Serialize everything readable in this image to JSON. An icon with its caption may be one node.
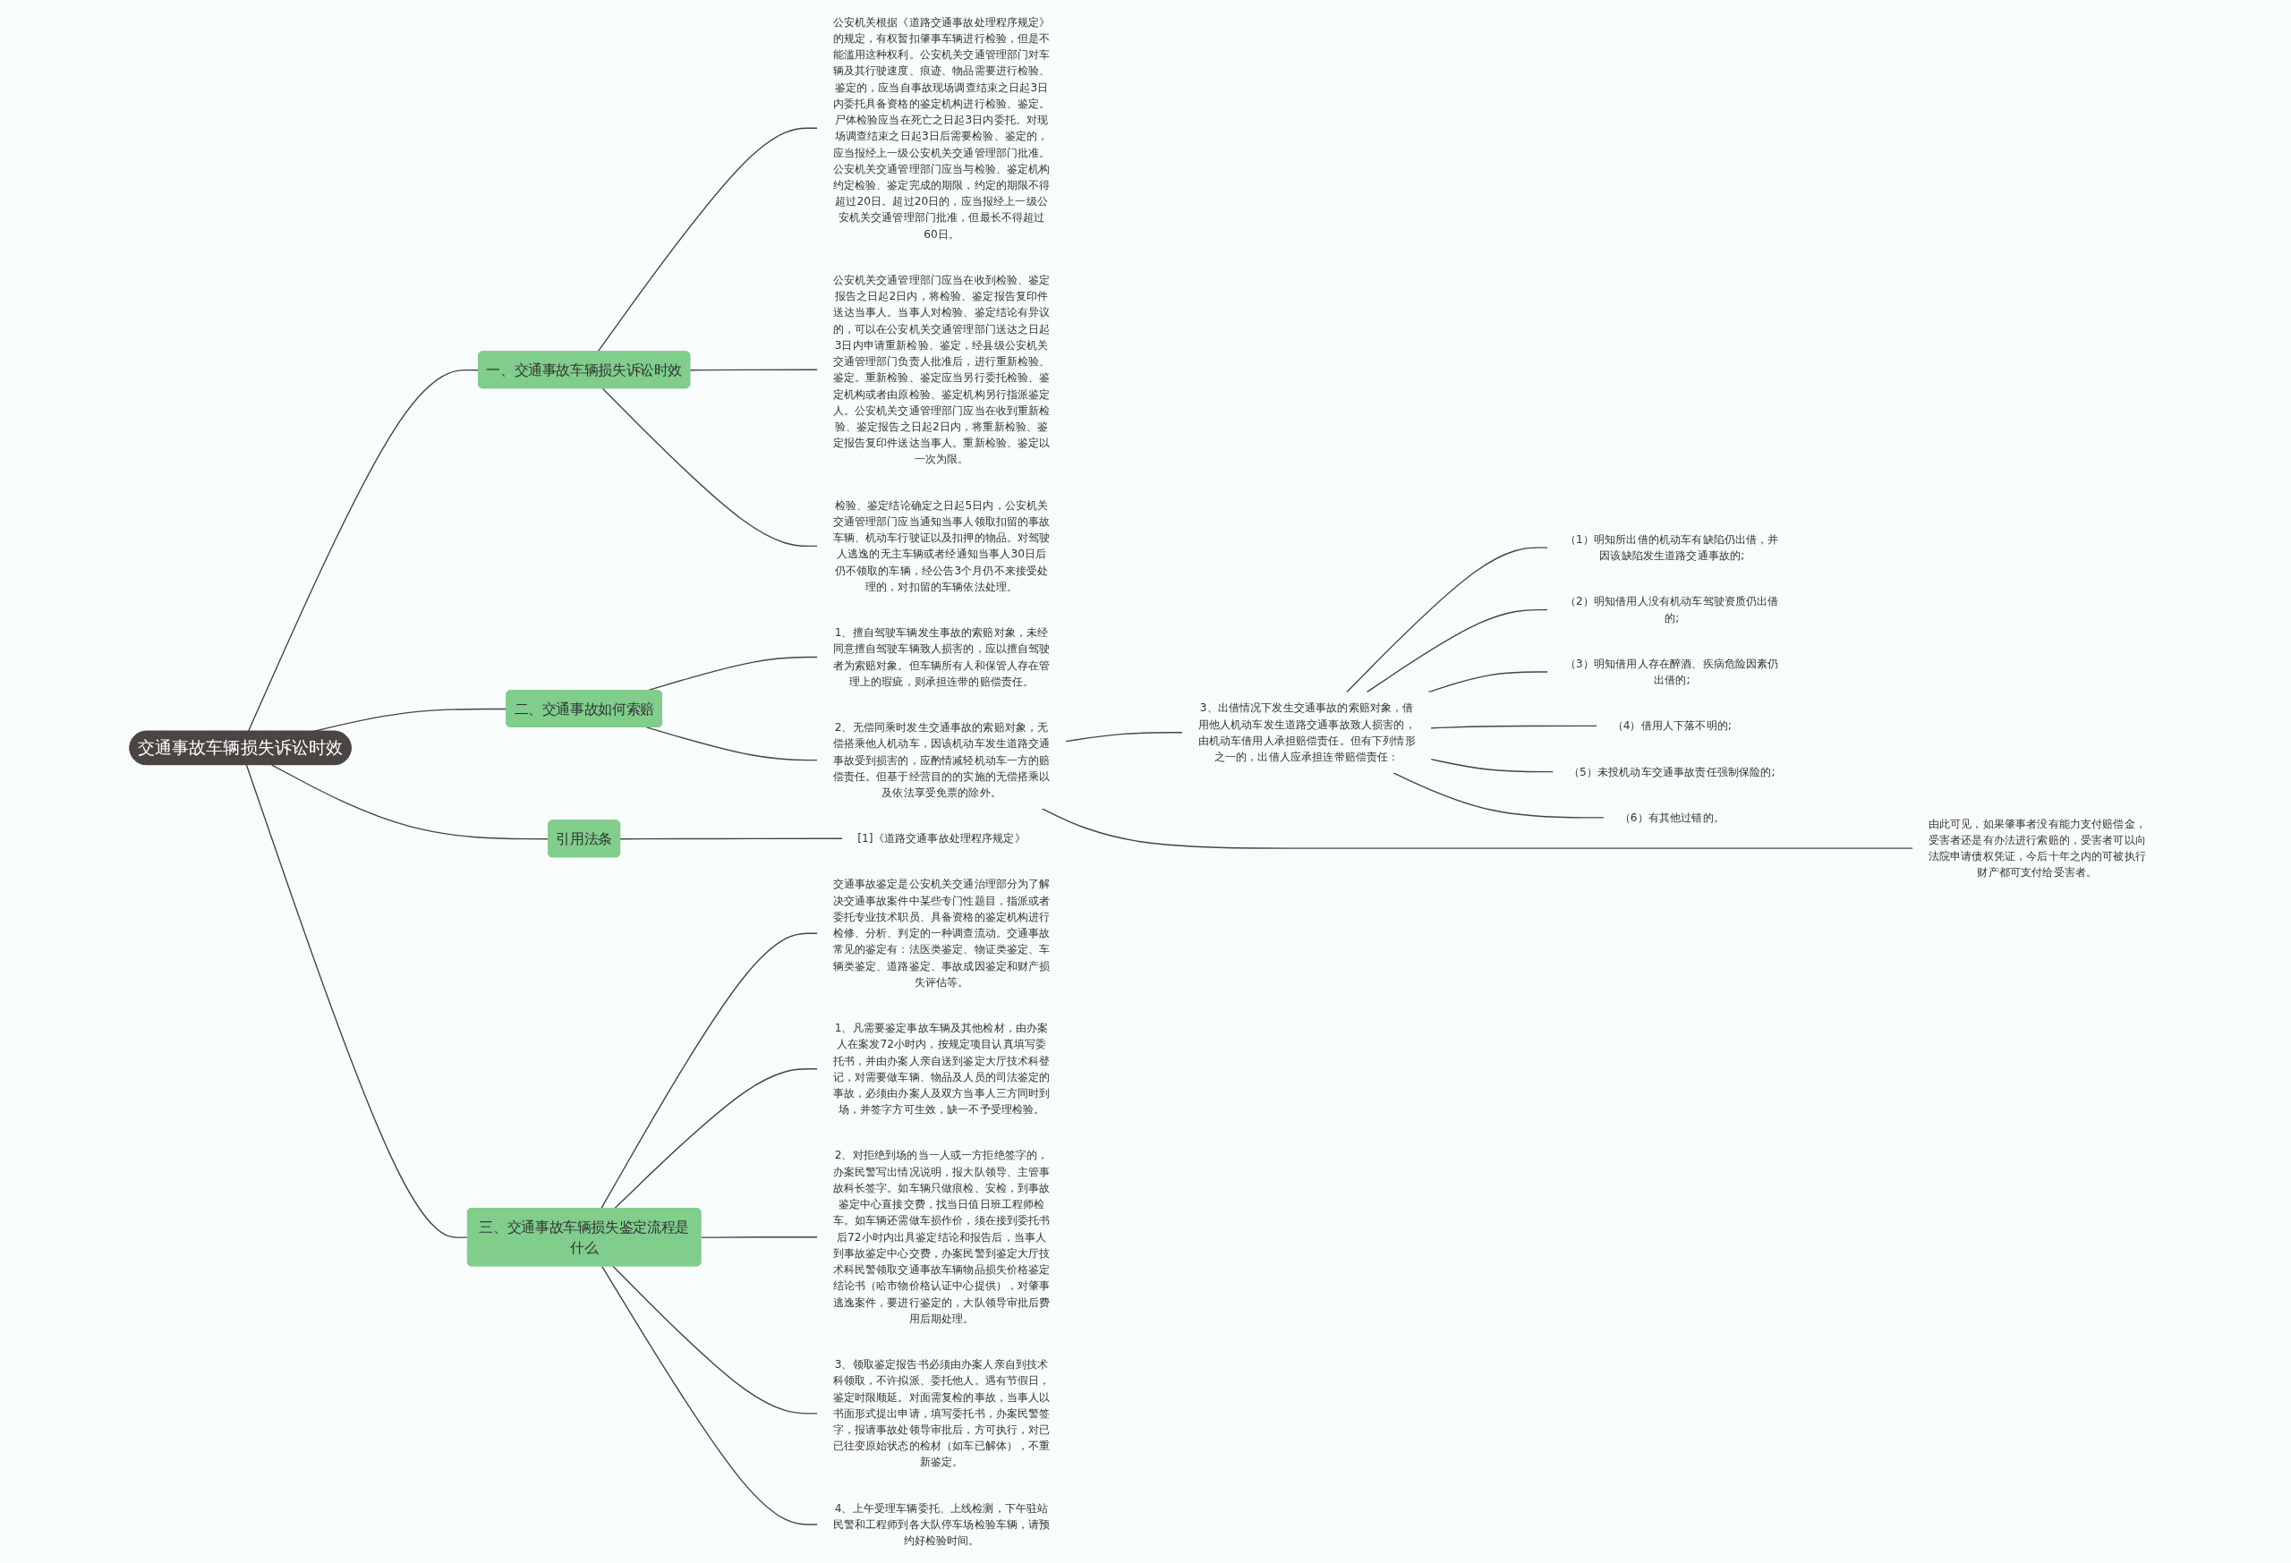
{
  "diagram": {
    "nodes": [
      {
        "text": [
          "交通事故车辆损失诉讼时效"
        ]
      },
      {
        "text": [
          "一、交通事故车辆损失诉讼时效"
        ]
      },
      {
        "text": [
          "公安机关根据《道路交通事故处理程序规定》的规定，有权暂扣肇事车辆进行检验，但是不能滥用这种权利。公安机关交通管理部门对车辆及其行驶速度、痕迹、物品需要进行检验、鉴定的，应当自事故现场调查结束之日起3日内委托具备资格的鉴定机构进行检验、鉴定。尸体检验应当在死亡之日起3日内委托。对现场调查结束之日起3日后需要检验、鉴定的，应当报经上一级公安机关交通管理部门批准。公安机关交通管理部门应当与检验、鉴定机构约定检验、鉴定完成的期限，约定的期限不得超过20日。超过20日的，应当报经上一级公安机关交通管理部门批准，但最长不得超过60日。"
        ]
      },
      {
        "text": [
          "公安机关交通管理部门应当在收到检验、鉴定报告之日起2日内，将检验、鉴定报告复印件送达当事人。当事人对检验、鉴定结论有异议的，可以在公安机关交通管理部门送达之日起3日内申请重新检验、鉴定，经县级公安机关交通管理部门负责人批准后，进行重新检验、鉴定。重新检验、鉴定应当另行委托检验、鉴定机构或者由原检验、鉴定机构另行指派鉴定人。公安机关交通管理部门应当在收到重新检验、鉴定报告之日起2日内，将重新检验、鉴定报告复印件送达当事人。重新检验、鉴定以一次为限。"
        ]
      },
      {
        "text": [
          "检验、鉴定结论确定之日起5日内，公安机关交通管理部门应当通知当事人领取扣留的事故车辆、机动车行驶证以及扣押的物品。对驾驶人逃逸的无主车辆或者经通知当事人30日后仍不领取的车辆，经公告3个月仍不来接受处理的，对扣留的车辆依法处理。"
        ]
      },
      {
        "text": [
          "二、交通事故如何索赔"
        ]
      },
      {
        "text": [
          "1、擅自驾驶车辆发生事故的索赔对象，未经同意擅自驾驶车辆致人损害的，应以擅自驾驶者为索赔对象。但车辆所有人和保管人存在管理上的瑕疵，则承担连带的赔偿责任。"
        ]
      },
      {
        "text": [
          "2、无偿同乘时发生交通事故的索赔对象，无偿搭乘他人机动车，因该机动车发生道路交通事故受到损害的，应酌情减轻机动车一方的赔偿责任。但基于经营目的的实施的无偿搭乘以及依法享受免票的除外。"
        ]
      },
      {
        "text": [
          "3、出借情况下发生交通事故的索赔对象，借用他人机动车发生道路交通事故致人损害的，由机动车借用人承担赔偿责任。但有下列情形之一的，出借人应承担连带赔偿责任："
        ]
      },
      {
        "text": [
          "（1）明知所出借的机动车有缺陷仍出借，并因该缺陷发生道路交通事故的;"
        ]
      },
      {
        "text": [
          "（2）明知借用人没有机动车驾驶资质仍出借的;"
        ]
      },
      {
        "text": [
          "（3）明知借用人存在醉酒、疾病危险因素仍出借的;"
        ]
      },
      {
        "text": [
          "（4）借用人下落不明的;"
        ]
      },
      {
        "text": [
          "（5）未投机动车交通事故责任强制保险的;"
        ]
      },
      {
        "text": [
          "（6）有其他过错的。"
        ]
      },
      {
        "text": [
          "由此可见，如果肇事者没有能力支付赔偿金，受害者还是有办法进行索赔的，受害者可以向法院申请债权凭证，今后十年之内的可被执行财产都可支付给受害者。"
        ]
      },
      {
        "text": [
          "引用法条"
        ]
      },
      {
        "text": [
          "[1]《道路交通事故处理程序规定》"
        ]
      },
      {
        "text": [
          "三、交通事故车辆损失鉴定流程是什么"
        ]
      },
      {
        "text": [
          "交通事故鉴定是公安机关交通治理部分为了解决交通事故案件中某些专门性题目，指派或者委托专业技术职员、具备资格的鉴定机构进行检修、分析、判定的一种调查流动。交通事故常见的鉴定有：法医类鉴定、物证类鉴定、车辆类鉴定、道路鉴定、事故成因鉴定和财产损失评估等。"
        ]
      },
      {
        "text": [
          "1、凡需要鉴定事故车辆及其他检材，由办案人在案发72小时内，按规定项目认真填写委托书，并由办案人亲自送到鉴定大厅技术科登记，对需要做车辆、物品及人员的司法鉴定的事故，必须由办案人及双方当事人三方同时到场，并签字方可生效，缺一不予受理检验。"
        ]
      },
      {
        "text": [
          "2、对拒绝到场的当一人或一方拒绝签字的，办案民警写出情况说明，报大队领导、主管事故科长签字。如车辆只做痕检、安检，到事故鉴定中心直接交费，找当日值日班工程师检车。如车辆还需做车损作价，须在接到委托书后72小时内出具鉴定结论和报告后，当事人到事故鉴定中心交费，办案民警到鉴定大厅技术科民警领取交通事故车辆物品损失价格鉴定结论书（哈市物价格认证中心提供），对肇事逃逸案件，要进行鉴定的，大队领导审批后费用后期处理。"
        ]
      },
      {
        "text": [
          "3、领取鉴定报告书必须由办案人亲自到技术科领取，不许拟派、委托他人。遇有节假日，鉴定时限顺延。对面需复检的事故，当事人以书面形式提出申请，填写委托书，办案民警签字，报请事故处领导审批后，方可执行，对已已往变原始状态的检材（如车已解体），不重新鉴定。"
        ]
      },
      {
        "text": [
          "4、上午受理车辆委托、上线检测，下午驻站民警和工程师到各大队停车场检验车辆，请预约好检验时间。"
        ]
      }
    ],
    "edges": [
      {
        "from": 0,
        "to": 1,
        "arrow": "none"
      },
      {
        "from": 1,
        "to": 2,
        "arrow": "none"
      },
      {
        "from": 1,
        "to": 3,
        "arrow": "none"
      },
      {
        "from": 1,
        "to": 4,
        "arrow": "none"
      },
      {
        "from": 0,
        "to": 5,
        "arrow": "none"
      },
      {
        "from": 5,
        "to": 6,
        "arrow": "none"
      },
      {
        "from": 5,
        "to": 7,
        "arrow": "none"
      },
      {
        "from": 7,
        "to": 15,
        "arrow": "none"
      },
      {
        "from": 7,
        "to": 8,
        "arrow": "none"
      },
      {
        "from": 8,
        "to": 9,
        "arrow": "none"
      },
      {
        "from": 8,
        "to": 10,
        "arrow": "none"
      },
      {
        "from": 8,
        "to": 11,
        "arrow": "none"
      },
      {
        "from": 8,
        "to": 12,
        "arrow": "none"
      },
      {
        "from": 8,
        "to": 13,
        "arrow": "none"
      },
      {
        "from": 8,
        "to": 14,
        "arrow": "none"
      },
      {
        "from": 0,
        "to": 16,
        "arrow": "none"
      },
      {
        "from": 16,
        "to": 17,
        "arrow": "none"
      },
      {
        "from": 0,
        "to": 18,
        "arrow": "none"
      },
      {
        "from": 18,
        "to": 19,
        "arrow": "none"
      },
      {
        "from": 18,
        "to": 20,
        "arrow": "none"
      },
      {
        "from": 18,
        "to": 21,
        "arrow": "none"
      },
      {
        "from": 18,
        "to": 22,
        "arrow": "none"
      },
      {
        "from": 18,
        "to": 23,
        "arrow": "none"
      }
    ]
  }
}
